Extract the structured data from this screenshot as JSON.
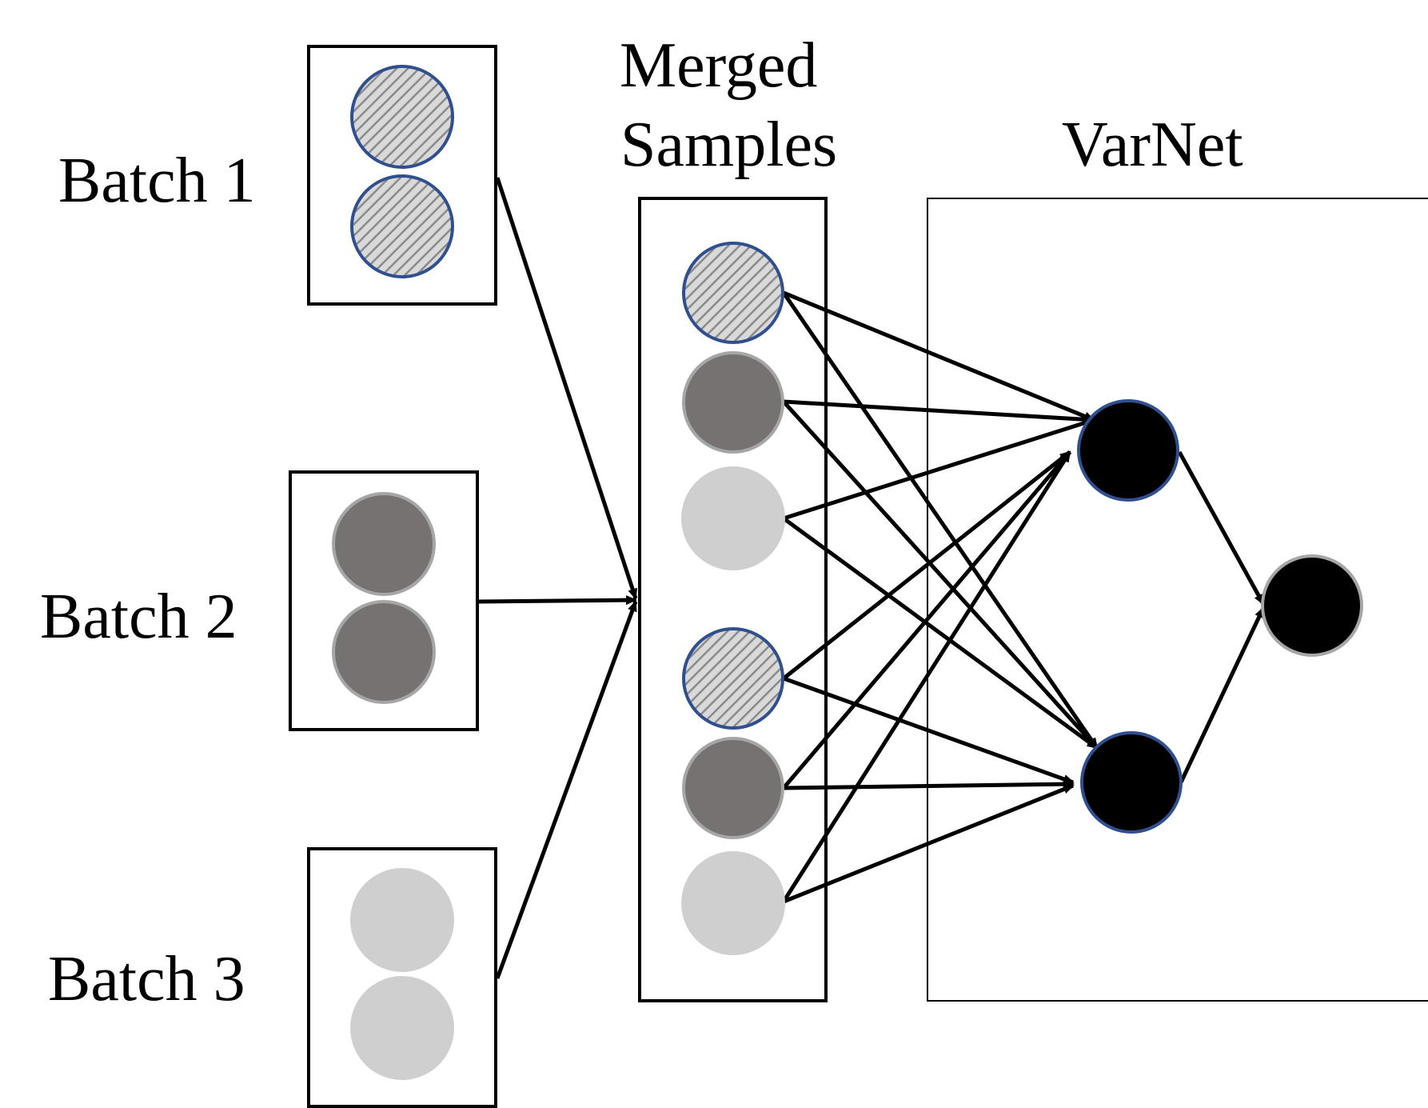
{
  "labels": {
    "batch1": "Batch 1",
    "batch2": "Batch 2",
    "batch3": "Batch 3",
    "merged_line1": "Merged",
    "merged_line2": "Samples",
    "varnet": "VarNet"
  },
  "colors": {
    "batch1_fill": "hatched-gray",
    "batch1_stroke": "#2f4f8f",
    "batch2_fill": "#767272",
    "batch3_fill": "#d0cfd0",
    "hidden_fill": "#000000",
    "hidden_stroke": "#2f4f8f",
    "output_stroke": "#9a9a9a"
  },
  "network": {
    "inputs": [
      "batch1",
      "batch2",
      "batch3",
      "batch1",
      "batch2",
      "batch3"
    ],
    "hidden_units": 2,
    "output_units": 1,
    "connection": "fully-connected"
  }
}
